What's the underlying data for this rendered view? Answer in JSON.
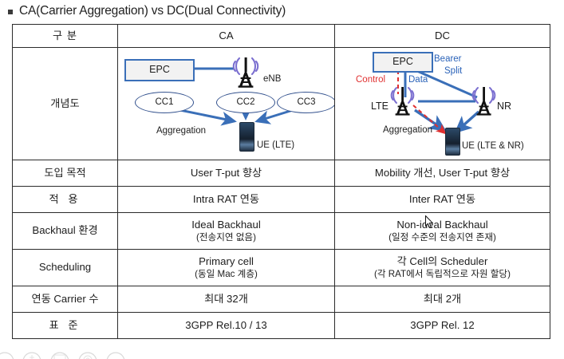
{
  "title": {
    "bullet_icon": "square-bullet-icon",
    "text": "CA(Carrier Aggregation) vs DC(Dual Connectivity)"
  },
  "table": {
    "header": {
      "label": "구 분",
      "ca": "CA",
      "dc": "DC"
    },
    "rows": [
      {
        "label": "개념도",
        "type": "diagram",
        "ca_diagram": {
          "epc_box": "EPC",
          "enb_label": "eNB",
          "carriers": [
            "CC1",
            "CC2",
            "CC3"
          ],
          "aggregation_label": "Aggregation",
          "ue_label": "UE (LTE)"
        },
        "dc_diagram": {
          "epc_box": "EPC",
          "bearer_split_label_line1": "Bearer",
          "bearer_split_label_line2": "Split",
          "control_label": "Control",
          "data_label": "Data",
          "lte_label": "LTE",
          "nr_label": "NR",
          "aggregation_label": "Aggregation",
          "ue_label": "UE (LTE & NR)"
        }
      },
      {
        "label": "도입 목적",
        "ca": "User T-put 향상",
        "dc": "Mobility 개선, User T-put 향상"
      },
      {
        "label": "적 용",
        "ca": "Intra RAT 연동",
        "dc": "Inter RAT 연동"
      },
      {
        "label": "Backhaul 환경",
        "ca": "Ideal Backhaul",
        "ca_sub": "(전송지연 없음)",
        "dc": "Non-ideal Backhaul",
        "dc_sub": "(일정 수준의 전송지연 존재)"
      },
      {
        "label": "Scheduling",
        "ca": "Primary cell",
        "ca_sub": "(동일 Mac 계층)",
        "dc": "각 Cell의 Scheduler",
        "dc_sub": "(각 RAT에서 독립적으로 자원 할당)"
      },
      {
        "label": "연동 Carrier 수",
        "ca": "최대 32개",
        "dc": "최대 2개"
      },
      {
        "label": "표 준",
        "ca": "3GPP Rel.10 / 13",
        "dc": "3GPP Rel. 12"
      }
    ]
  },
  "colors": {
    "arrow_blue": "#3a6fb8",
    "control_red": "#e03030",
    "tower_wave_purple": "#7b6fd0",
    "border_dark": "#2b2b2b",
    "epc_fill": "#f2f2f2"
  },
  "cursor": {
    "icon": "mouse-pointer-icon"
  }
}
